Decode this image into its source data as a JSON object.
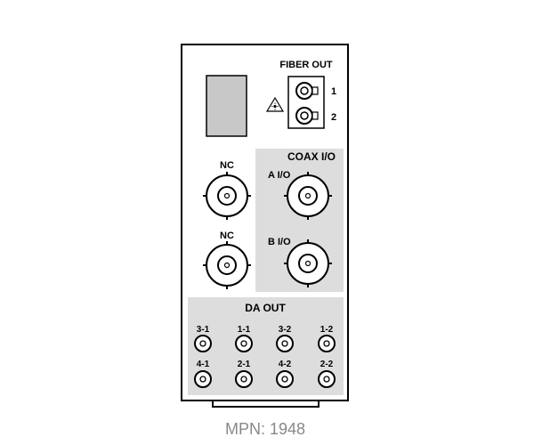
{
  "panel": {
    "fiber_out": {
      "title": "FIBER OUT",
      "ports": [
        "1",
        "2"
      ],
      "laser_warning_icon": "laser-warning-icon"
    },
    "coax_io": {
      "title": "COAX I/O",
      "connectors": [
        "A I/O",
        "B I/O"
      ]
    },
    "nc_connectors": [
      "NC",
      "NC"
    ],
    "da_out": {
      "title": "DA OUT",
      "row1": [
        "3-1",
        "1-1",
        "3-2",
        "1-2"
      ],
      "row2": [
        "4-1",
        "2-1",
        "4-2",
        "2-2"
      ]
    }
  },
  "mpn_label": "MPN: 1948",
  "colors": {
    "section_fill": "#dddddd",
    "label_block_fill": "#c8c8c8",
    "outline": "#000000",
    "mpn_text": "#888888"
  }
}
